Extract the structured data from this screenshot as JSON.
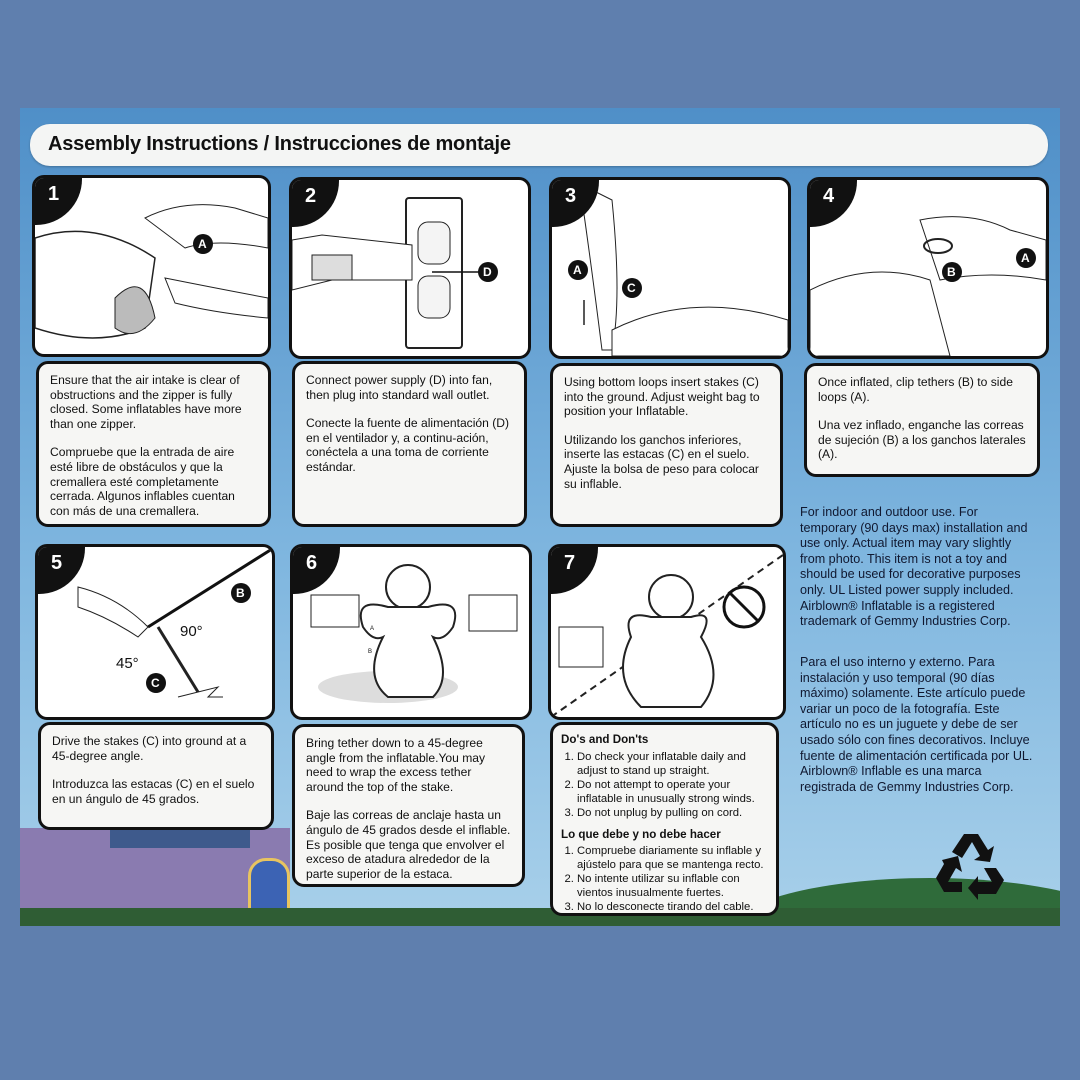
{
  "title": "Assembly Instructions / Instrucciones de montaje",
  "steps": [
    {
      "num": "1",
      "labels": [
        "A"
      ],
      "text_en": "Ensure that the air intake is clear of obstructions and the zipper is fully closed. Some inflatables have more than one zipper.",
      "text_es": "Compruebe que la entrada de aire esté libre de obstáculos y que la cremallera esté completamente cerrada. Algunos inflables cuentan con más de una cremallera."
    },
    {
      "num": "2",
      "labels": [
        "D"
      ],
      "text_en": "Connect power supply (D) into fan, then plug into standard wall outlet.",
      "text_es": "Conecte la fuente de alimentación (D) en el ventilador y, a continu-ación, conéctela a una toma de corriente estándar."
    },
    {
      "num": "3",
      "labels": [
        "A",
        "C"
      ],
      "text_en": "Using bottom loops insert stakes (C) into the ground. Adjust weight bag to position your Inflatable.",
      "text_es": "Utilizando los ganchos inferiores, inserte las estacas (C) en el suelo. Ajuste la bolsa de peso para colocar su inflable."
    },
    {
      "num": "4",
      "labels": [
        "B",
        "A"
      ],
      "text_en": "Once inflated, clip tethers (B) to side loops (A).",
      "text_es": "Una vez inflado, enganche las correas de sujeción (B) a los ganchos laterales (A)."
    },
    {
      "num": "5",
      "labels": [
        "B",
        "C"
      ],
      "angles": [
        "90°",
        "45°"
      ],
      "text_en": "Drive the stakes (C) into ground at a 45-degree angle.",
      "text_es": "Introduzca las estacas (C) en el suelo en un ángulo de 45 grados."
    },
    {
      "num": "6",
      "labels": [
        "A",
        "B"
      ],
      "text_en": "Bring tether down to a 45-degree angle from the inflatable.You may need to wrap the excess tether around the top of the stake.",
      "text_es": "Baje las correas de anclaje hasta un ángulo de 45 grados desde el inflable. Es posible que tenga que envolver el exceso de atadura alrededor de la parte superior de la estaca."
    },
    {
      "num": "7"
    }
  ],
  "dos": {
    "title_en": "Do's and Don'ts",
    "items_en": [
      "Do check your inflatable daily and adjust to stand up straight.",
      "Do not attempt to operate your inflatable in unusually strong winds.",
      "Do not unplug by pulling on cord."
    ],
    "title_es": "Lo que debe y no debe hacer",
    "items_es": [
      "Compruebe diariamente su inflable y ajústelo para que se mantenga recto.",
      "No intente utilizar su inflable con vientos inusualmente fuertes.",
      "No lo desconecte tirando del cable."
    ]
  },
  "notice_en": "For indoor and outdoor use. For temporary (90 days max) installation and use only. Actual item may vary slightly from photo. This item is not a toy and should be used for decorative purposes only. UL Listed power supply included. Airblown® Inflatable is a registered trademark of Gemmy Industries Corp.",
  "notice_es": "Para el uso interno y externo. Para instalación y uso temporal (90 días máximo) solamente. Este artículo puede variar un poco de la fotografía. Este artículo no es un juguete y debe de ser usado sólo con fines decorativos. Incluye fuente de alimentación certificada por UL. Airblown® Inflable es una marca registrada de Gemmy Industries Corp.",
  "icons": {
    "recycle": "recycle-icon"
  },
  "colors": {
    "background": "#5f7fae",
    "sheet": "#4f8fc8",
    "panel_border": "#111111"
  }
}
